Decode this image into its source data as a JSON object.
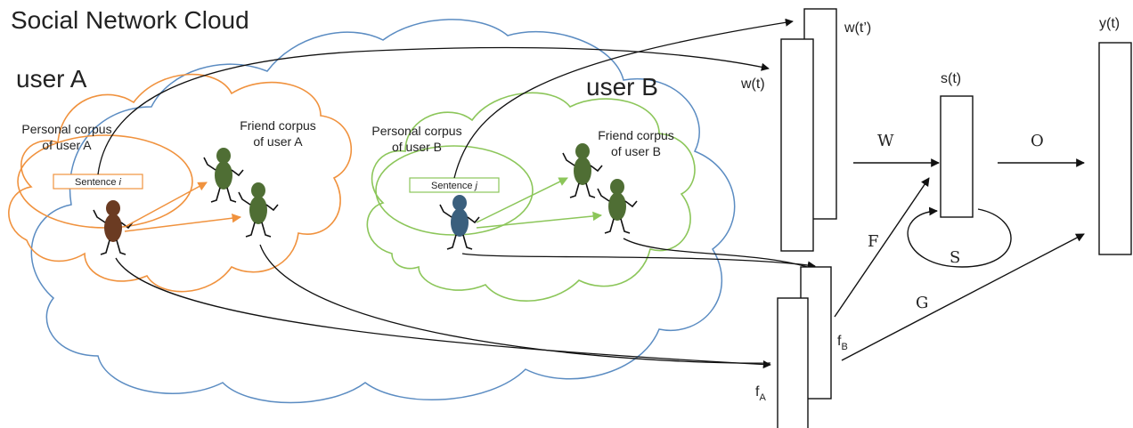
{
  "title": "Social Network Cloud",
  "user_a": {
    "label": "user A",
    "personal_line1": "Personal corpus",
    "personal_line2": "of user A",
    "friend_line1": "Friend corpus",
    "friend_line2": "of user A",
    "sentence_prefix": "Sentence ",
    "sentence_var": "i"
  },
  "user_b": {
    "label": "user B",
    "personal_line1": "Personal corpus",
    "personal_line2": "of user B",
    "friend_line1": "Friend corpus",
    "friend_line2": "of user B",
    "sentence_prefix": "Sentence ",
    "sentence_var": "j"
  },
  "network": {
    "w_t": "w(t)",
    "w_t_prime": "w(t’)",
    "s_t": "s(t)",
    "y_t": "y(t)",
    "f_a": "f",
    "f_a_sub": "A",
    "f_b": "f",
    "f_b_sub": "B",
    "edge_W": "W",
    "edge_O": "O",
    "edge_F": "F",
    "edge_S": "S",
    "edge_G": "G"
  },
  "colors": {
    "outer_cloud": "#5b8cc2",
    "user_a_cloud": "#f0923e",
    "user_b_cloud": "#8cc65a",
    "user_a_figure": "#6b3b22",
    "user_b_figure": "#3a5f7d",
    "friend_figure": "#4f6e34",
    "user_a_arrow": "#f0923e",
    "user_b_arrow": "#8cc65a"
  }
}
